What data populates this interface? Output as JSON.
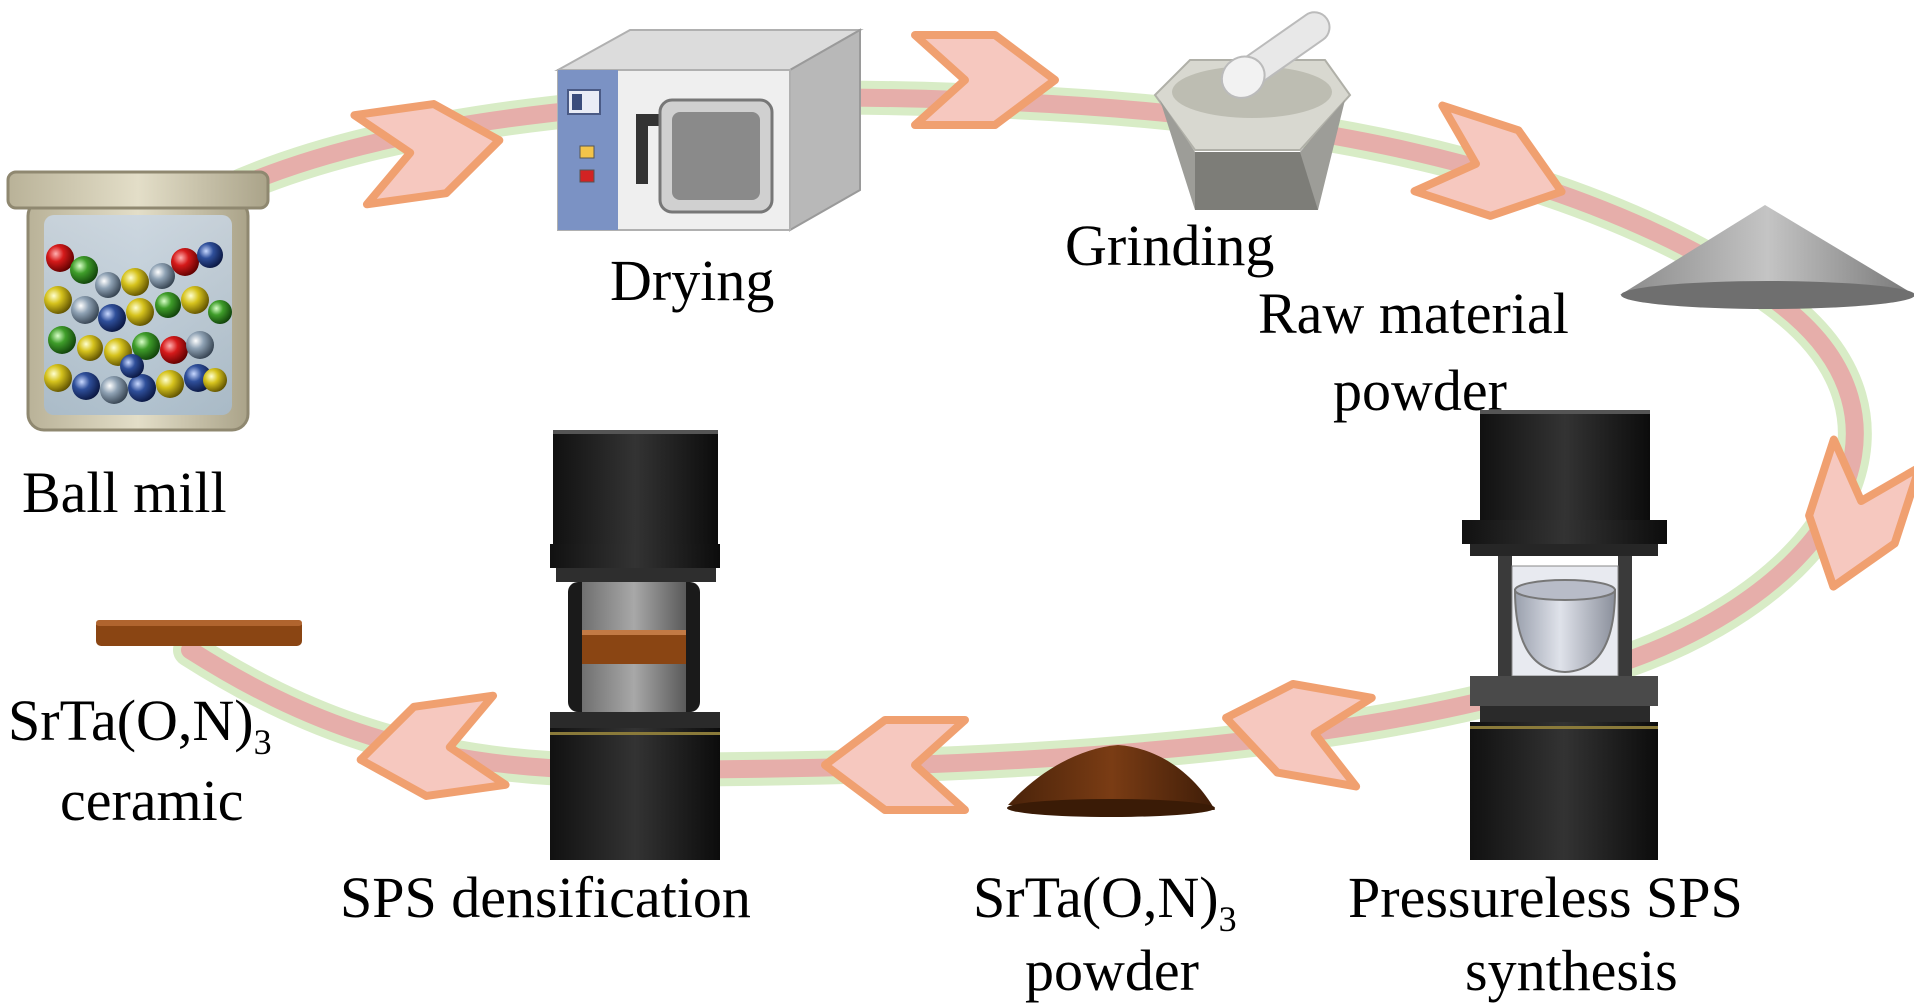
{
  "labels": {
    "ball_mill": "Ball mill",
    "drying": "Drying",
    "grinding": "Grinding",
    "raw_material_line1": "Raw material",
    "raw_material_line2": "powder",
    "pressureless_line1": "Pressureless SPS",
    "pressureless_line2": "synthesis",
    "powder_formula_main": "SrTa(O,N)",
    "powder_formula_sub": "3",
    "powder_line2": "powder",
    "sps_densification": "SPS densification",
    "ceramic_formula_main": "SrTa(O,N)",
    "ceramic_formula_sub": "3",
    "ceramic_line2": "ceramic"
  },
  "colors": {
    "cycle_path": "#e6aeaa",
    "cycle_glow": "#d8ecc6",
    "arrow_fill": "#f6c8bf",
    "arrow_stroke": "#f0a070",
    "press_body": "#1f1f1f",
    "sample_brown": "#8a4513"
  }
}
